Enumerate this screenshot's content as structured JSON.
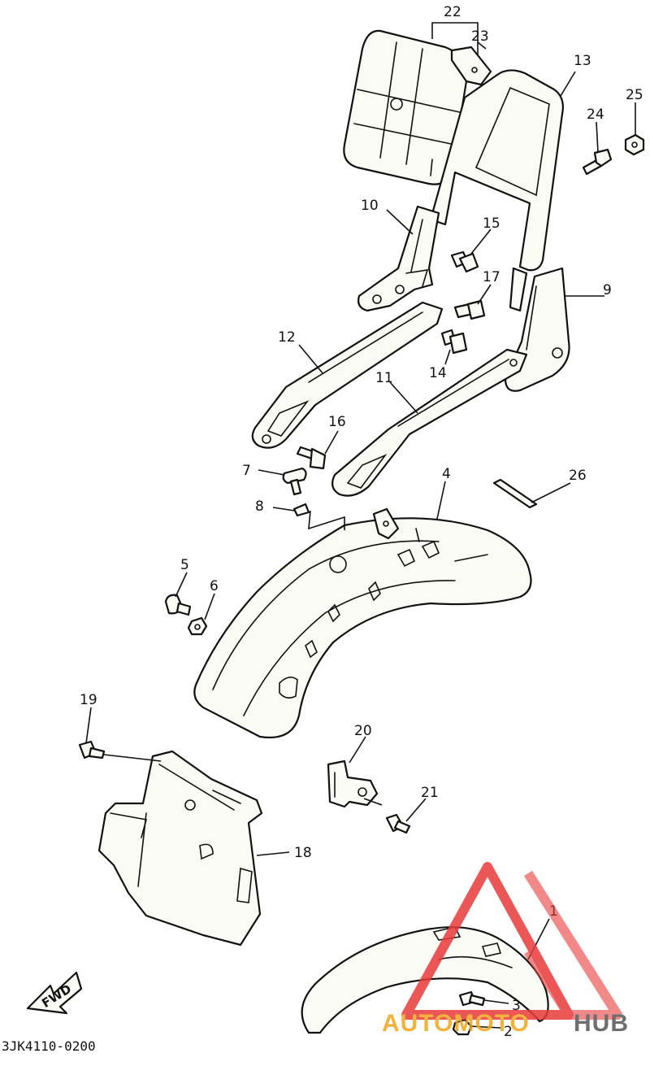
{
  "diagram": {
    "drawing_code": "3JK4110-0200",
    "fwd_label": "FWD",
    "callouts": [
      {
        "id": "c1",
        "label": "1"
      },
      {
        "id": "c2",
        "label": "2"
      },
      {
        "id": "c3",
        "label": "3"
      },
      {
        "id": "c4",
        "label": "4"
      },
      {
        "id": "c5",
        "label": "5"
      },
      {
        "id": "c6",
        "label": "6"
      },
      {
        "id": "c7",
        "label": "7"
      },
      {
        "id": "c8",
        "label": "8"
      },
      {
        "id": "c9",
        "label": "9"
      },
      {
        "id": "c10",
        "label": "10"
      },
      {
        "id": "c11",
        "label": "11"
      },
      {
        "id": "c12",
        "label": "12"
      },
      {
        "id": "c13",
        "label": "13"
      },
      {
        "id": "c14",
        "label": "14"
      },
      {
        "id": "c15",
        "label": "15"
      },
      {
        "id": "c16",
        "label": "16"
      },
      {
        "id": "c17",
        "label": "17"
      },
      {
        "id": "c18",
        "label": "18"
      },
      {
        "id": "c19",
        "label": "19"
      },
      {
        "id": "c20",
        "label": "20"
      },
      {
        "id": "c21",
        "label": "21"
      },
      {
        "id": "c22",
        "label": "22"
      },
      {
        "id": "c23",
        "label": "23"
      },
      {
        "id": "c24",
        "label": "24"
      },
      {
        "id": "c25",
        "label": "25"
      },
      {
        "id": "c26",
        "label": "26"
      }
    ]
  },
  "watermark": {
    "text_part1": "AUTOMOTO",
    "text_part2": "HUB",
    "color_primary": "#f2a51a",
    "color_secondary": "#555555",
    "logo_color": "#e83a3a"
  }
}
